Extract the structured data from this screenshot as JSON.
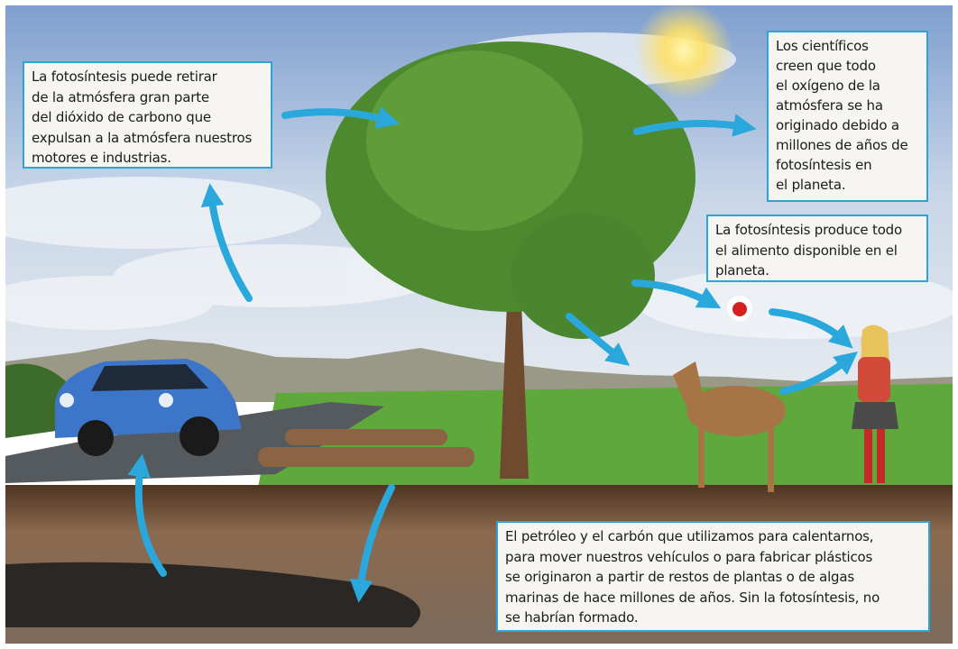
{
  "callouts": {
    "co2": {
      "lines": [
        "La fotosíntesis puede retirar",
        "de la atmósfera gran parte",
        "del dióxido de carbono que",
        "expulsan a la atmósfera nuestros",
        "motores e industrias."
      ]
    },
    "oxygen": {
      "lines": [
        "Los científicos",
        "creen que todo",
        "el oxígeno de la",
        "atmósfera se ha",
        "originado debido a",
        "millones de años de",
        "fotosíntesis en",
        "el planeta."
      ]
    },
    "food": {
      "lines": [
        "La fotosíntesis produce todo",
        "el alimento disponible en el",
        "planeta."
      ]
    },
    "fossil": {
      "lines": [
        "El petróleo y el carbón que utilizamos para calentarnos,",
        "para mover nuestros vehículos o para fabricar plásticos",
        "se originaron a partir de restos de plantas o de algas",
        "marinas de hace millones de años. Sin la fotosíntesis, no",
        "se habrían formado."
      ]
    }
  },
  "colors": {
    "arrow": "#2aa8dc",
    "box_border": "#2ca4d6",
    "soil": "#6b4a33",
    "grass": "#5fa83c",
    "sky": "#9bb9dc"
  }
}
